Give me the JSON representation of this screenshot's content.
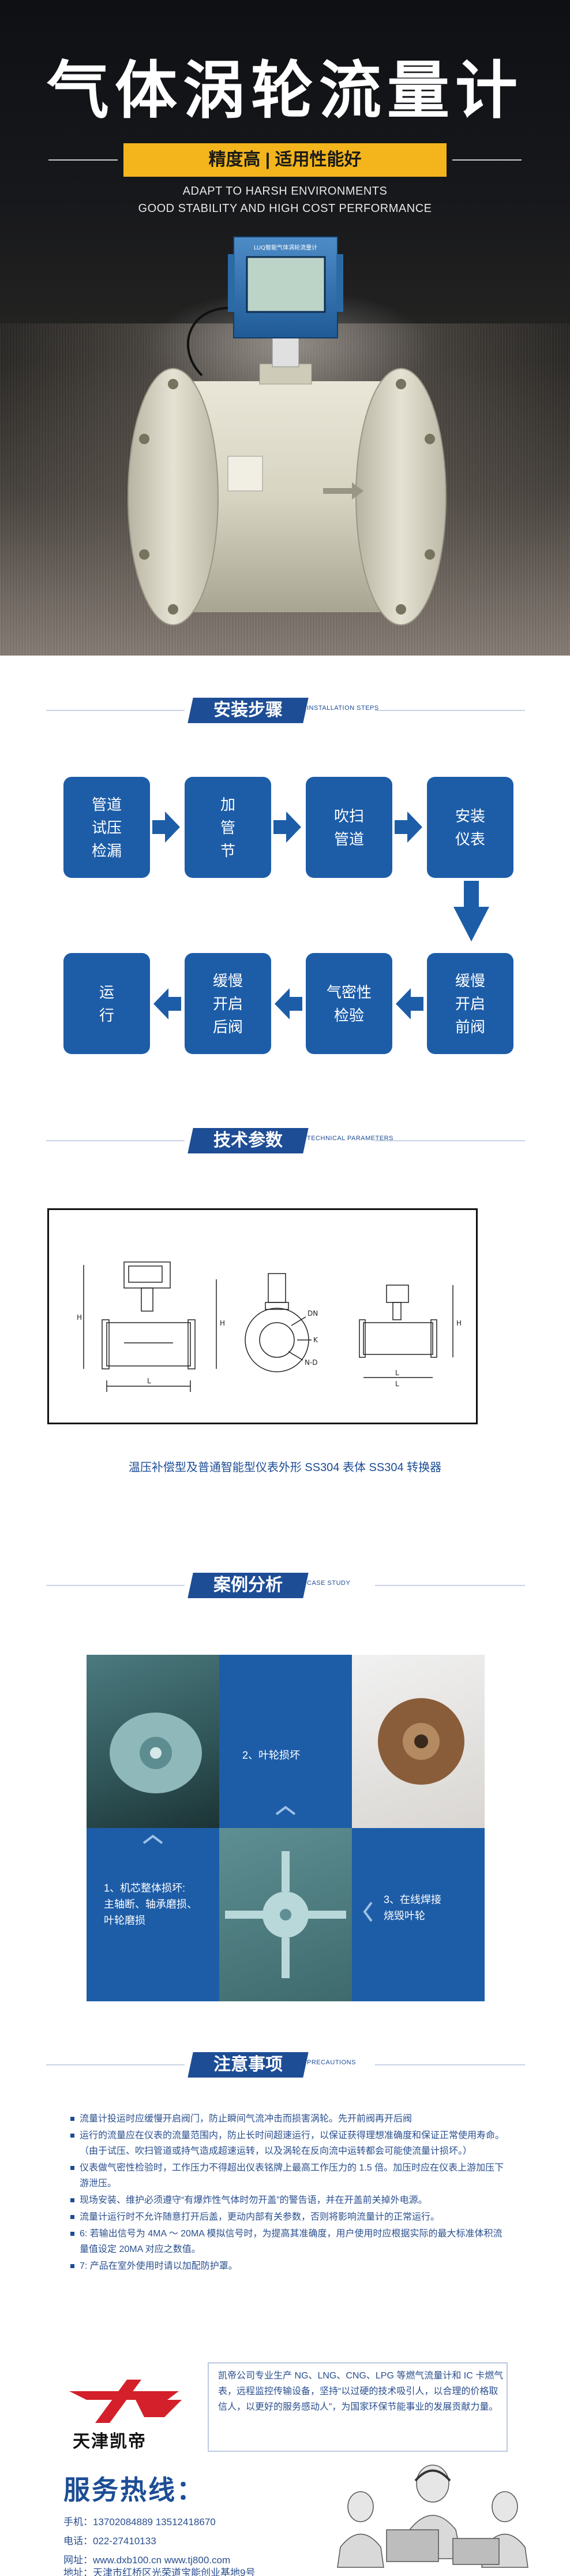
{
  "hero": {
    "title": "气体涡轮流量计",
    "badge": "精度高 | 适用性能好",
    "en_line1": "ADAPT TO HARSH ENVIRONMENTS",
    "en_line2": "GOOD STABILITY AND HIGH COST PERFORMANCE",
    "display_label": "LUQ智能气体涡轮流量计"
  },
  "install": {
    "title": "安装步骤",
    "subtitle": "INSTALLATION STEPS",
    "steps": [
      "管道\n试压\n检漏",
      "加\n管\n节",
      "吹扫\n管道",
      "安装\n仪表",
      "缓慢\n开启\n前阀",
      "气密性\n检验",
      "缓慢\n开启\n后阀",
      "运\n行"
    ]
  },
  "tech": {
    "title": "技术参数",
    "subtitle": "TECHNICAL PARAMETERS",
    "caption": "温压补偿型及普通智能型仪表外形 SS304 表体 SS304 转换器",
    "dim_labels": [
      "H",
      "L",
      "DN",
      "K",
      "N-D",
      "H",
      "L",
      "H",
      "L"
    ]
  },
  "case": {
    "title": "案例分析",
    "subtitle": "CASE STUDY",
    "label1": "1、机芯整体损坏:\n主轴断、轴承磨损、\n叶轮磨损",
    "label2": "2、叶轮损坏",
    "label3": "3、在线焊接\n烧毁叶轮"
  },
  "notes": {
    "title": "注意事项",
    "subtitle": "PRECAUTIONS",
    "items": [
      "流量计投运时应缓慢开启阀门，防止瞬间气流冲击而损害涡轮。先开前阀再开后阀",
      "运行的流量应在仪表的流量范围内，防止长时间超速运行，以保证获得理想准确度和保证正常使用寿命。（由于试压、吹扫管道或持气造成超速运转，以及涡轮在反向流中运转都会可能使流量计损坏。）",
      "仪表做气密性检验时，工作压力不得超出仪表铭牌上最高工作压力的 1.5 倍。加压时应在仪表上游加压下游泄压。",
      "现场安装、维护必须遵守“有爆炸性气体时勿开盖”的警告语，并在开盖前关掉外电源。",
      "流量计运行时不允许随意打开后盖，更动内部有关参数，否则将影响流量计的正常运行。",
      "6: 若输出信号为 4MA ～ 20MA 模拟信号时，为提高其准确度，用户使用时应根据实际的最大标准体积流量值设定 20MA 对应之数值。",
      "7: 产品在室外使用时请以加配防护罩。"
    ]
  },
  "company": {
    "logo_name": "天津凯帝",
    "description": "凯帝公司专业生产 NG、LNG、CNG、LPG 等燃气流量计和 IC 卡燃气表，远程监控传输设备，坚持“以过硬的技术吸引人，以合理的价格取信人，以更好的服务感动人”，为国家环保节能事业的发展贡献力量。"
  },
  "contact": {
    "hotline_title": "服务热线：",
    "phone_label": "手机：",
    "phone_value": "13702084889  13512418670",
    "tel_label": "电话：",
    "tel_value": "022-27410133",
    "web_label": "网址：",
    "web_value": "www.dxb100.cn   www.tj800.com",
    "addr_label": "地址：",
    "addr_value": "天津市红桥区光荣道宝能创业基地9号"
  },
  "colors": {
    "brand": "#1d5da8",
    "accent": "#f3b51b",
    "text": "#2a4f8f"
  }
}
